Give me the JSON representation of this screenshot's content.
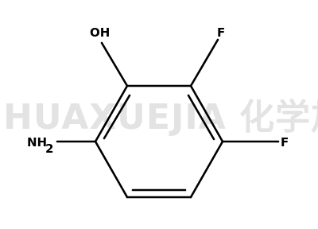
{
  "watermark": {
    "text": "HUAXUEJIA 化学加"
  },
  "molecule": {
    "atoms": {
      "oh": "OH",
      "f_top": "F",
      "f_right": "F",
      "nh2_main": "NH",
      "nh2_sub": "2"
    }
  },
  "colors": {
    "bond": "#000000",
    "label": "#000000",
    "watermark": "#e3e3e3",
    "background": "#ffffff"
  }
}
